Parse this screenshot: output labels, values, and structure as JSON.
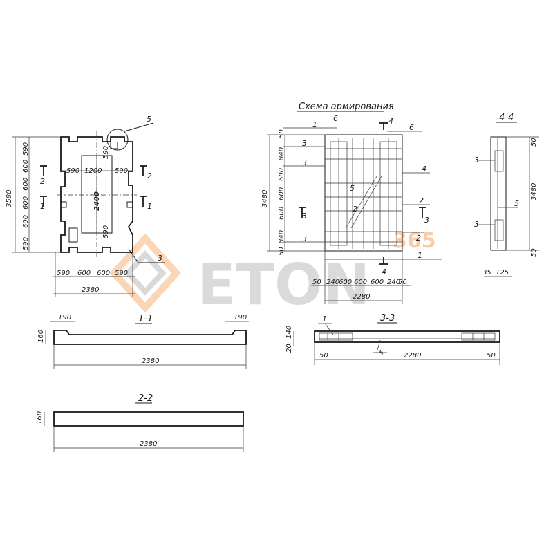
{
  "plan": {
    "overall_height": "3580",
    "left_dims": [
      "590",
      "600",
      "600",
      "600",
      "600",
      "590"
    ],
    "bottom_dims": [
      "590",
      "600",
      "600",
      "590"
    ],
    "overall_width": "2380",
    "inner_width": "1200",
    "inner_left": "590",
    "inner_right": "590",
    "inner_height": "2400",
    "corner_dim_top": "590",
    "corner_dim_bottom": "590",
    "callout_5": "5",
    "callout_3": "3",
    "section_2_left": "2",
    "section_2_right": "2",
    "section_1_left": "1",
    "section_1_right": "1"
  },
  "reinforcement": {
    "title": "Схема армирования",
    "overall_height": "3480",
    "left_dims": [
      "50",
      "840",
      "600",
      "600",
      "600",
      "840",
      "50"
    ],
    "bottom_dims": [
      "50",
      "240",
      "600",
      "600",
      "600",
      "240",
      "50"
    ],
    "overall_width": "2280",
    "labels": [
      "1",
      "6",
      "4",
      "6",
      "3",
      "4",
      "3",
      "2",
      "5",
      "2",
      "3",
      "3",
      "2",
      "3",
      "4",
      "1"
    ]
  },
  "section_44": {
    "title": "4-4",
    "overall_height": "3480",
    "top_dim": "50",
    "bottom_dim": "50",
    "width_dims": [
      "35",
      "125"
    ],
    "labels": [
      "3",
      "5",
      "3"
    ]
  },
  "section_11": {
    "title": "1-1",
    "thickness": "160",
    "left_dim": "190",
    "right_dim": "190",
    "length": "2380"
  },
  "section_33": {
    "title": "3-3",
    "dims_left": [
      "140",
      "20"
    ],
    "length": "2280",
    "left_dim": "50",
    "right_dim": "50",
    "labels": [
      "1",
      "5"
    ]
  },
  "section_22": {
    "title": "2-2",
    "thickness": "160",
    "length": "2380"
  },
  "watermark": {
    "text": "ETON",
    "subtext": "365"
  }
}
